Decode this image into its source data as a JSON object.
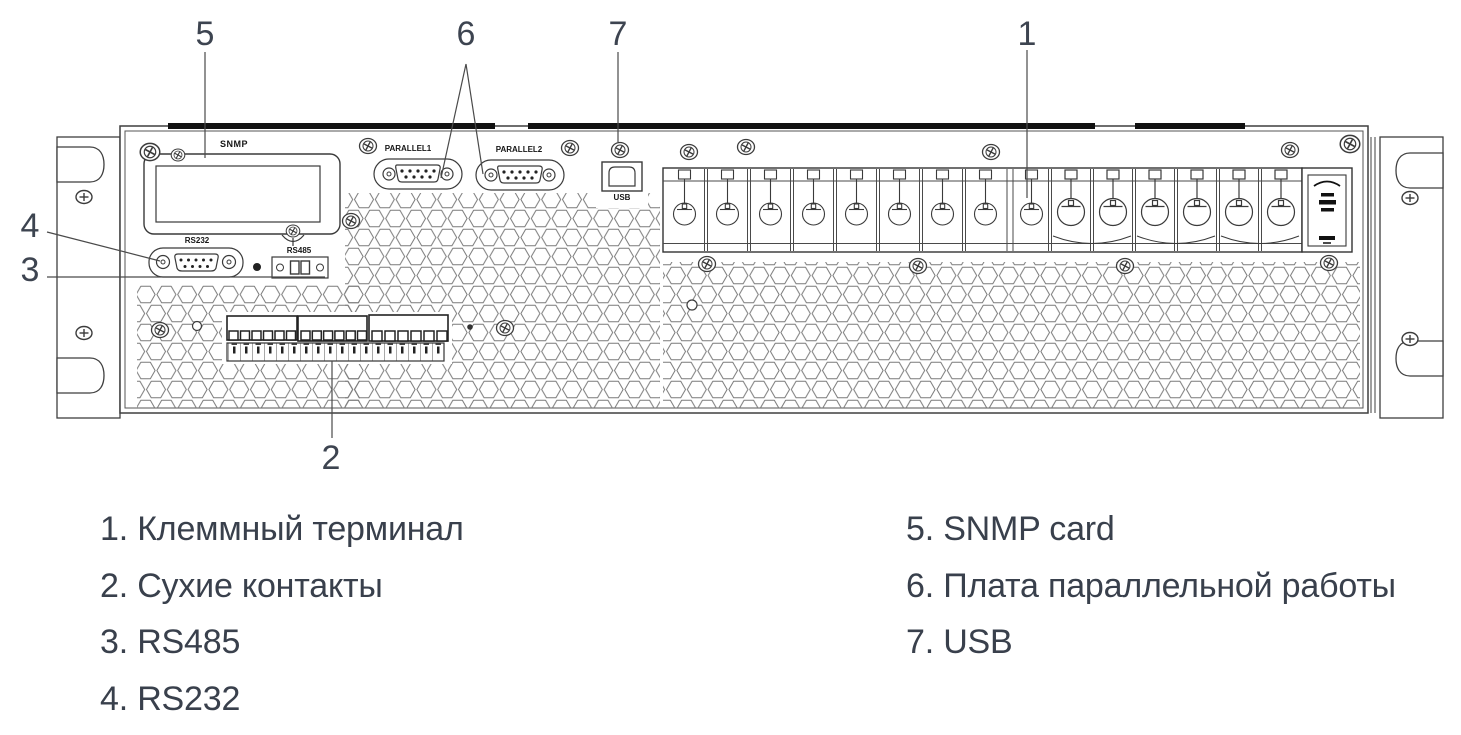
{
  "callouts": {
    "one": "1",
    "two": "2",
    "three": "3",
    "four": "4",
    "five": "5",
    "six": "6",
    "seven": "7"
  },
  "ports": {
    "snmp": "SNMP",
    "parallel1": "PARALLEL1",
    "parallel2": "PARALLEL2",
    "usb": "USB",
    "rs232": "RS232",
    "rs485": "RS485"
  },
  "legend": {
    "left": [
      "1. Клеммный терминал",
      "2. Сухие контакты",
      "3. RS485",
      "4. RS232"
    ],
    "right": [
      "5. SNMP card",
      "6. Плата параллельной работы",
      "7. USB"
    ]
  },
  "colors": {
    "text": "#39404c",
    "line": "#3f3f3f",
    "accent_dark": "#111111",
    "background": "#ffffff"
  }
}
